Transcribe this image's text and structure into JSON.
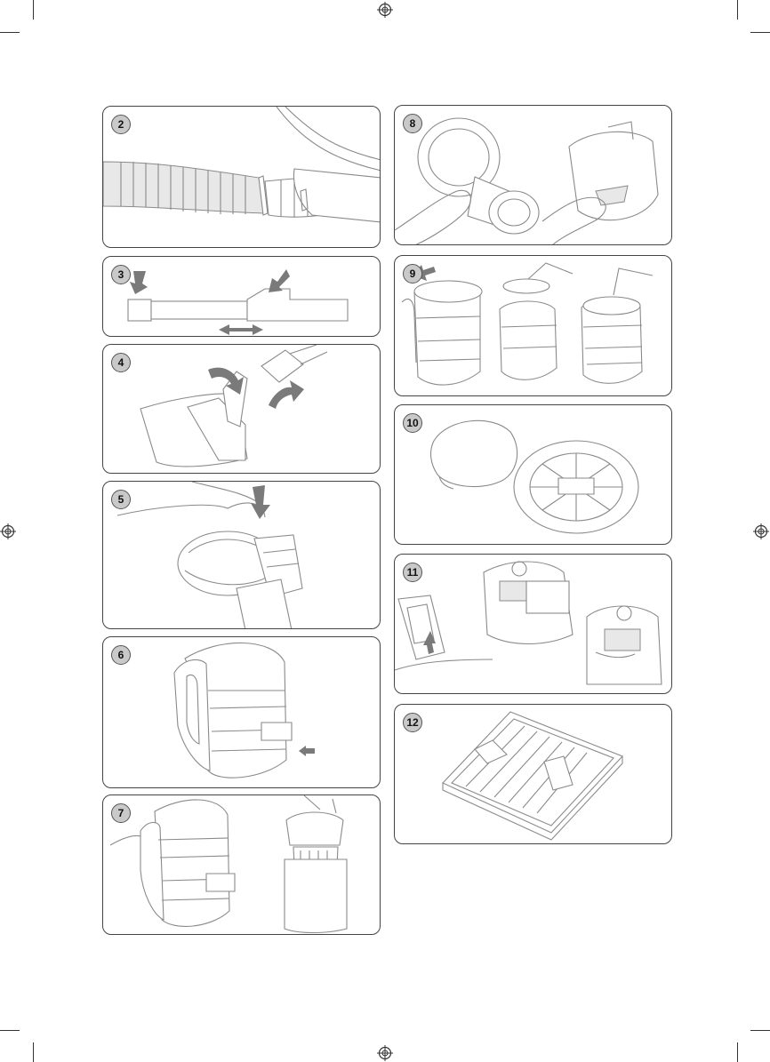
{
  "steps": [
    {
      "number": "2"
    },
    {
      "number": "3"
    },
    {
      "number": "4"
    },
    {
      "number": "5"
    },
    {
      "number": "6"
    },
    {
      "number": "7"
    },
    {
      "number": "8"
    },
    {
      "number": "9"
    },
    {
      "number": "10"
    },
    {
      "number": "11"
    },
    {
      "number": "12"
    }
  ],
  "colors": {
    "frame": "#444444",
    "badge": "#c9c9c9",
    "line_art": "#8a8a8a",
    "arrow": "#7a7a7a"
  },
  "icons": [
    "registration-mark-icon",
    "arrow-icon"
  ]
}
